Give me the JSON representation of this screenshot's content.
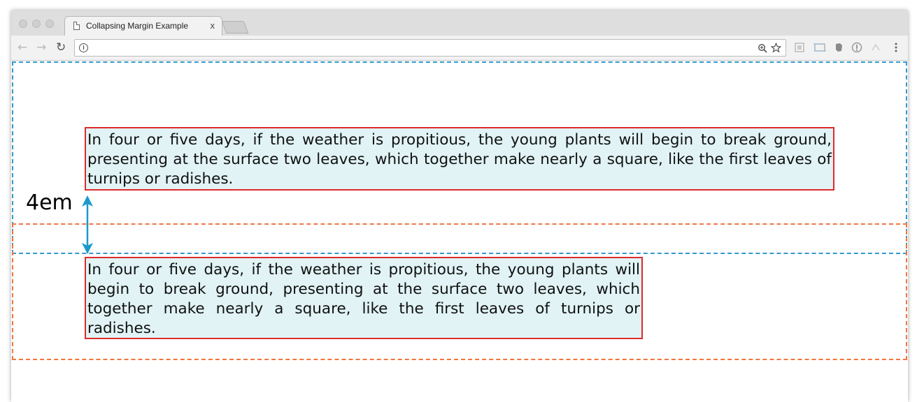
{
  "browser": {
    "tab_title": "Collapsing Margin Example",
    "tab_close": "x",
    "address": "",
    "nav": {
      "back": "←",
      "forward": "→",
      "reload": "↻"
    },
    "icons": [
      "zoom-icon",
      "star-icon",
      "extension-icon",
      "extension-icon",
      "evernote-icon",
      "info-icon",
      "extension-icon",
      "menu-icon"
    ]
  },
  "page": {
    "paragraph_1": "In four or five days, if the weather is propitious, the young plants will begin to break ground, presenting at the surface two leaves, which together make nearly a square, like the first leaves of turnips or radishes.",
    "paragraph_2": "In four or five days, if the weather is propitious, the young plants will begin to break ground, presenting at the surface two leaves, which together make nearly a square, like the first leaves of turnips or radishes.",
    "gap_label": "4em"
  },
  "colors": {
    "blue_dash": "#3399cc",
    "orange_dash": "#f07840",
    "paragraph_border": "#dd2b2b",
    "paragraph_background": "#e1f3f5",
    "arrow": "#1a9acb"
  }
}
